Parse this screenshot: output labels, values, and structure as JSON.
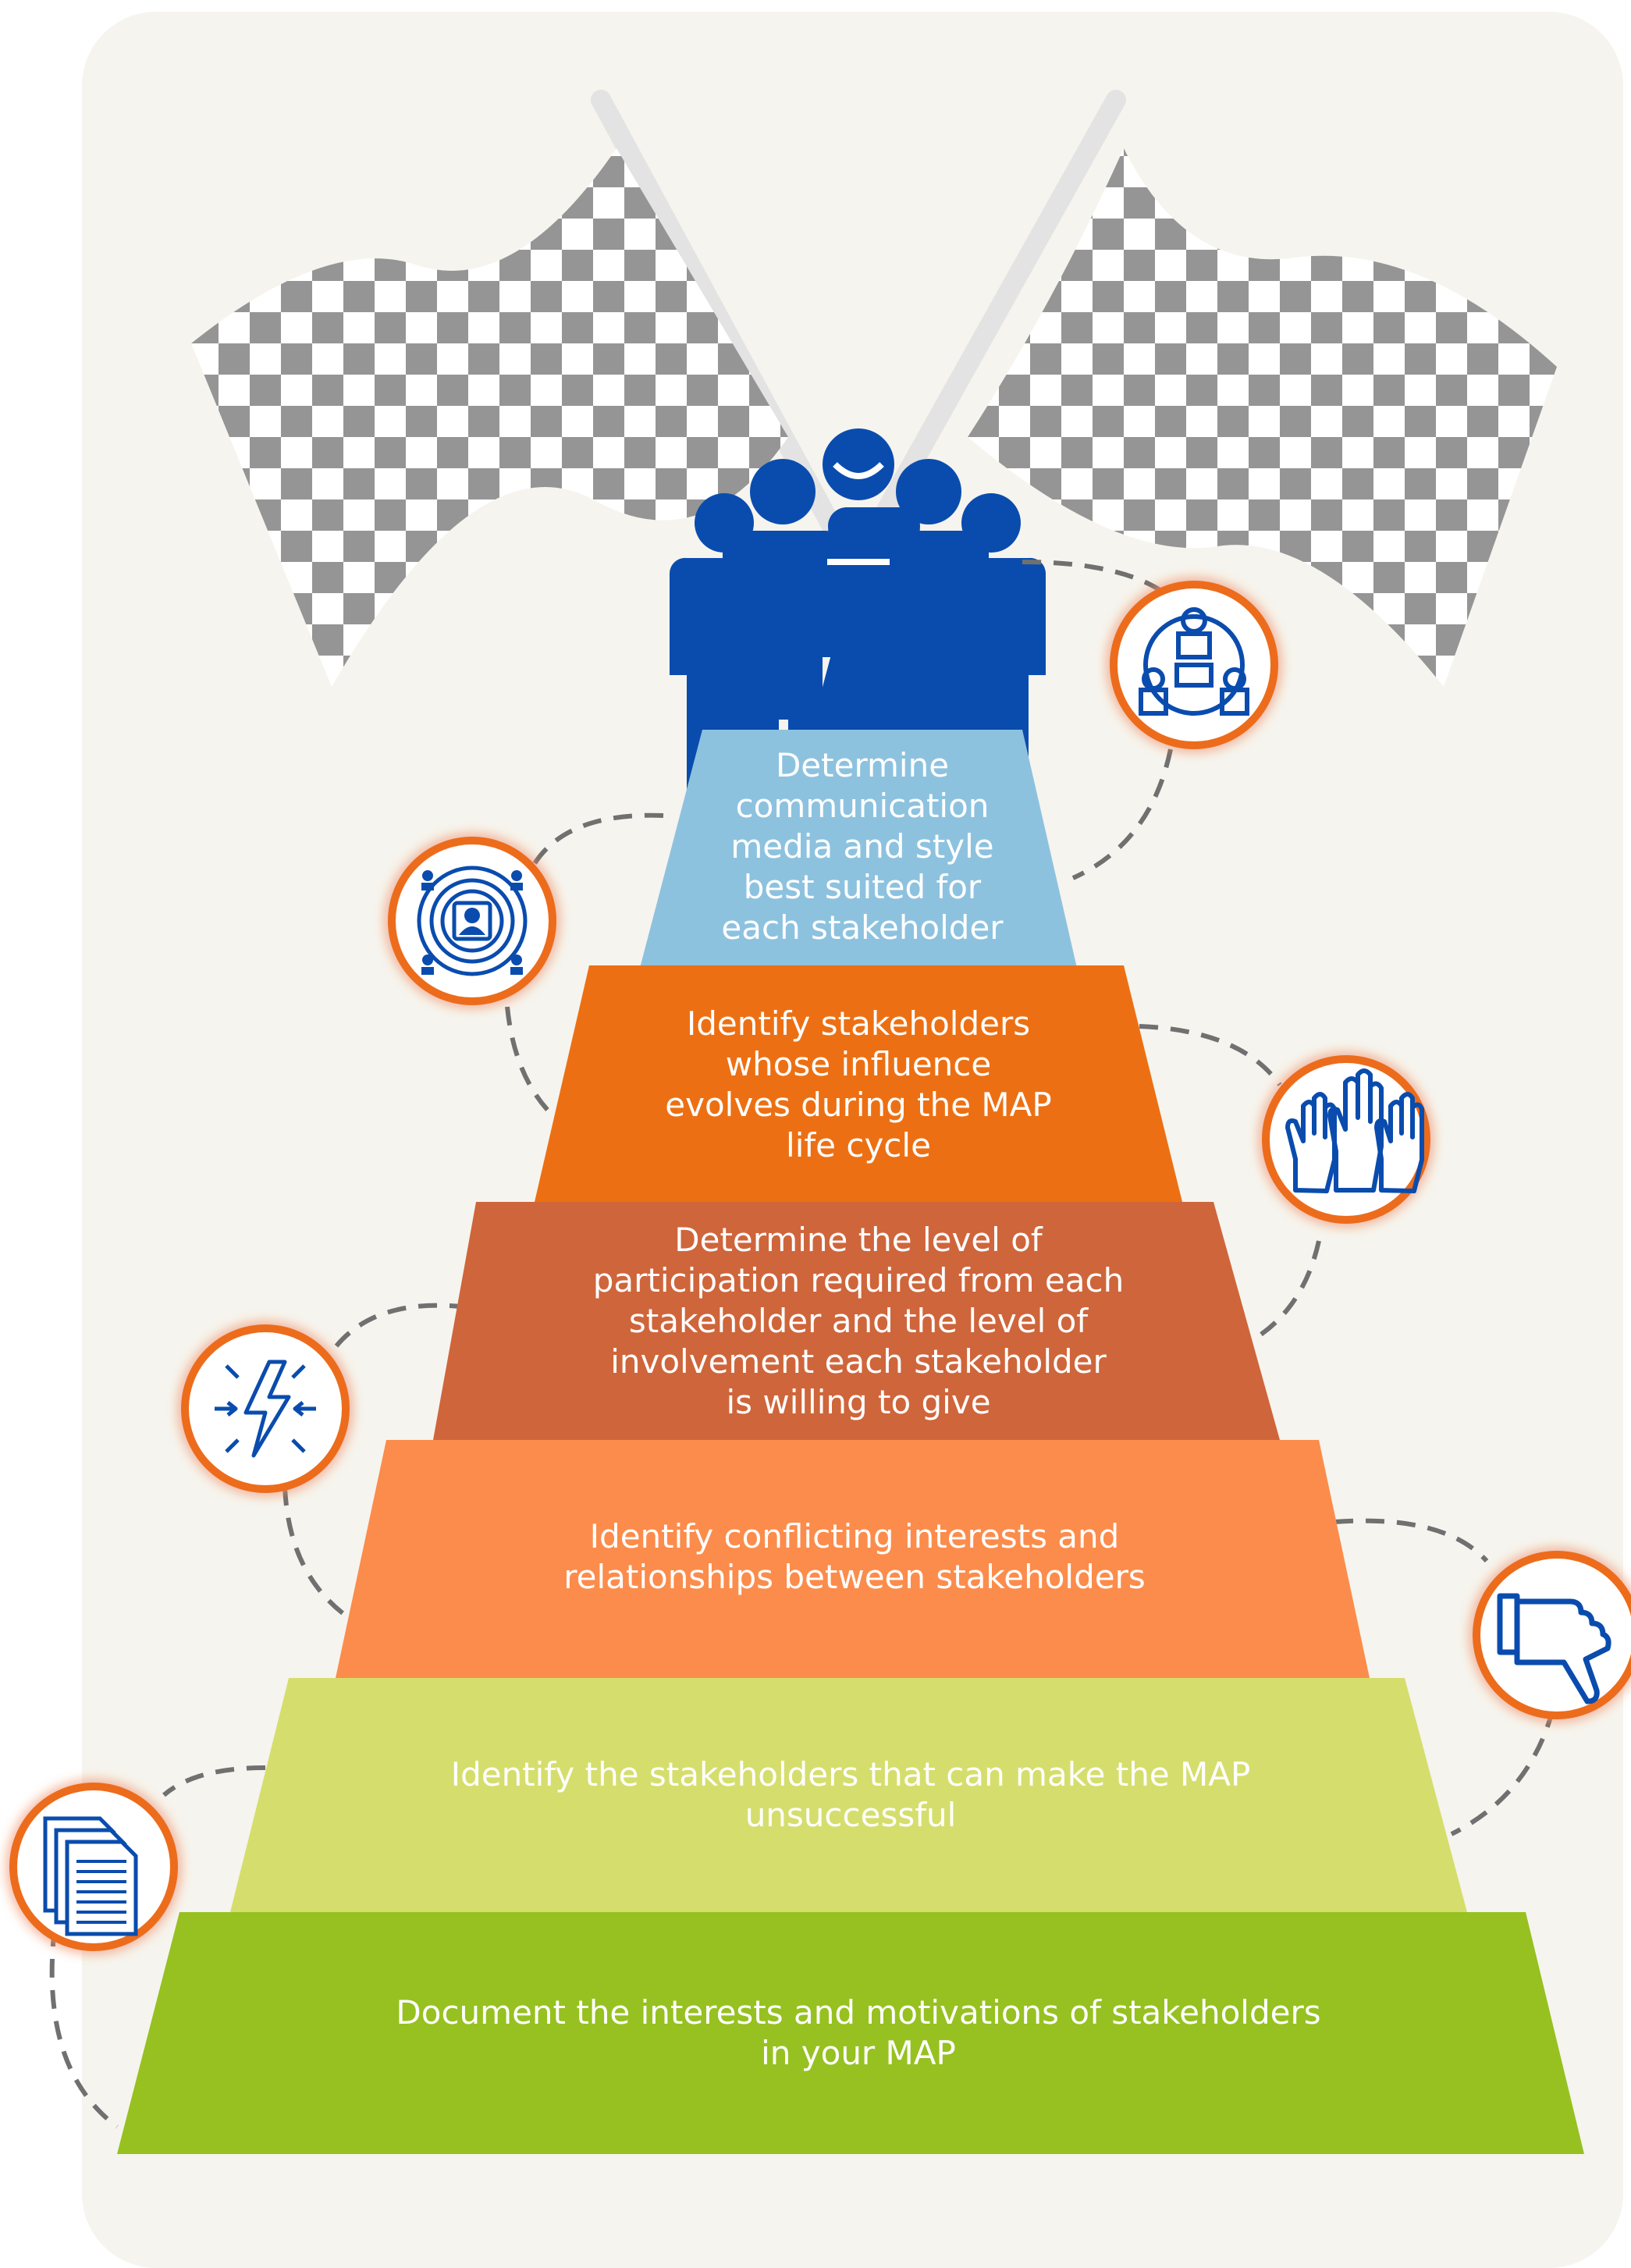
{
  "colors": {
    "background_panel": "#f6f4ee",
    "flag_gray": "#959595",
    "people_blue": "#0a4cae",
    "icon_blue": "#0a4cae",
    "icon_ring_orange": "#ec6c1c",
    "connector_gray": "#707070"
  },
  "pyramid": {
    "steps": [
      {
        "label": "Determine\ncommunication\nmedia and style\nbest suited for\neach stakeholder",
        "color": "#8dc2df"
      },
      {
        "label": "Identify stakeholders\nwhose influence\nevolves during the MAP\nlife cycle",
        "color": "#ec7013"
      },
      {
        "label": "Determine the level of\nparticipation required from each\nstakeholder and the level of\ninvolvement each stakeholder\nis willing to give",
        "color": "#cf653b"
      },
      {
        "label": "Identify conflicting interests and\nrelationships between stakeholders",
        "color": "#fc8c4b"
      },
      {
        "label": "Identify the stakeholders that can make the MAP\nunsuccessful",
        "color": "#d5de6d"
      },
      {
        "label": "Document the interests and motivations of stakeholders\nin your MAP",
        "color": "#96c120"
      }
    ]
  },
  "icons": [
    {
      "name": "communication-hub-icon",
      "step": 1
    },
    {
      "name": "target-person-icon",
      "step": 1
    },
    {
      "name": "raised-hands-icon",
      "step": 2
    },
    {
      "name": "lightning-conflict-icon",
      "step": 3
    },
    {
      "name": "thumbs-down-icon",
      "step": 4
    },
    {
      "name": "documents-icon",
      "step": 5
    }
  ],
  "top_graphic": {
    "flags": [
      "left-checkered-flag",
      "right-checkered-flag"
    ],
    "people_count": 5
  }
}
